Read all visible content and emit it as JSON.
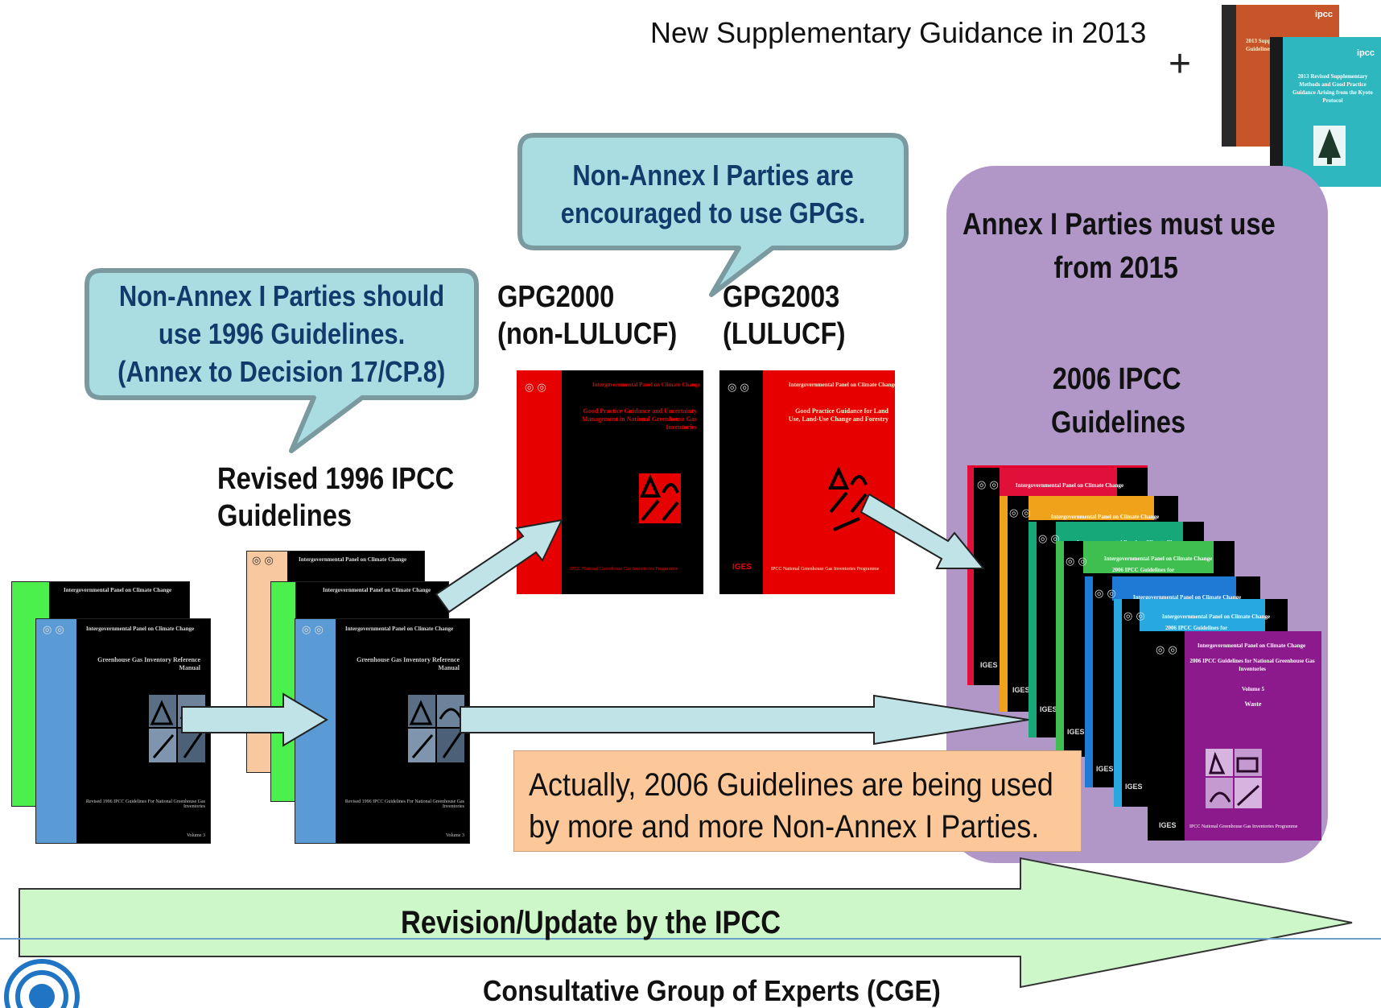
{
  "header": {
    "supplement_title": "New Supplementary Guidance in 2013",
    "plus_sign": "+"
  },
  "bubbles": {
    "non_annex_should": [
      "Non-Annex I Parties should",
      "use 1996 Guidelines.",
      "(Annex to Decision 17/CP.8)"
    ],
    "non_annex_encouraged": [
      "Non-Annex I Parties are",
      "encouraged to use GPGs."
    ]
  },
  "labels": {
    "revised_1996": [
      "Revised 1996 IPCC",
      "Guidelines"
    ],
    "gpg2000": [
      "GPG2000",
      "(non-LULUCF)"
    ],
    "gpg2003": [
      "GPG2003",
      "(LULUCF)"
    ],
    "annex_must": [
      "Annex I Parties must use",
      "from 2015"
    ],
    "ipcc2006": [
      "2006 IPCC",
      "Guidelines"
    ]
  },
  "note": {
    "actually": [
      "Actually, 2006 Guidelines are being used",
      "by more and more Non-Annex I Parties."
    ]
  },
  "timeline": {
    "label": "Revision/Update by the IPCC"
  },
  "footer": {
    "cge": "Consultative Group of Experts (CGE)"
  },
  "books": {
    "ipcc_header": "Intergovernmental Panel on Climate Change",
    "reference_manual": "Greenhouse Gas Inventory Reference Manual",
    "revised_footer": "Revised 1996 IPCC Guidelines For National Greenhouse Gas Inventories",
    "volume3": "Volume 3",
    "gpg2000_title": "Good Practice Guidance and Uncertainty Management in National Greenhouse Gas Inventories",
    "gpg2003_title": "Good Practice Guidance for Land Use, Land-Use Change and Forestry",
    "nggip": "IPCC National Greenhouse Gas Inventories Programme",
    "iges": "IGES",
    "guidelines2006_for": "2006 IPCC Guidelines for",
    "guidelines2006_full": "2006 IPCC Guidelines for National Greenhouse Gas Inventories",
    "volume5": "Volume 5",
    "waste": "Waste",
    "ipcc_logo": "ipcc",
    "supp_title_a": "2013 Supplement to the 2006 IPCC Guidelines",
    "supp_title_b": "2013 Revised Supplementary Methods and Good Practice Guidance Arising from the Kyoto Protocol"
  },
  "colors": {
    "bubble_fill": "#a9dde2",
    "bubble_stroke": "#7a9aa0",
    "panel_purple": "#b197c8",
    "note_fill": "#fcc89a",
    "timeline_fill": "#cdf7c9",
    "arrow_fill": "#bfe3e6",
    "text_dark_blue": "#123a6b"
  }
}
